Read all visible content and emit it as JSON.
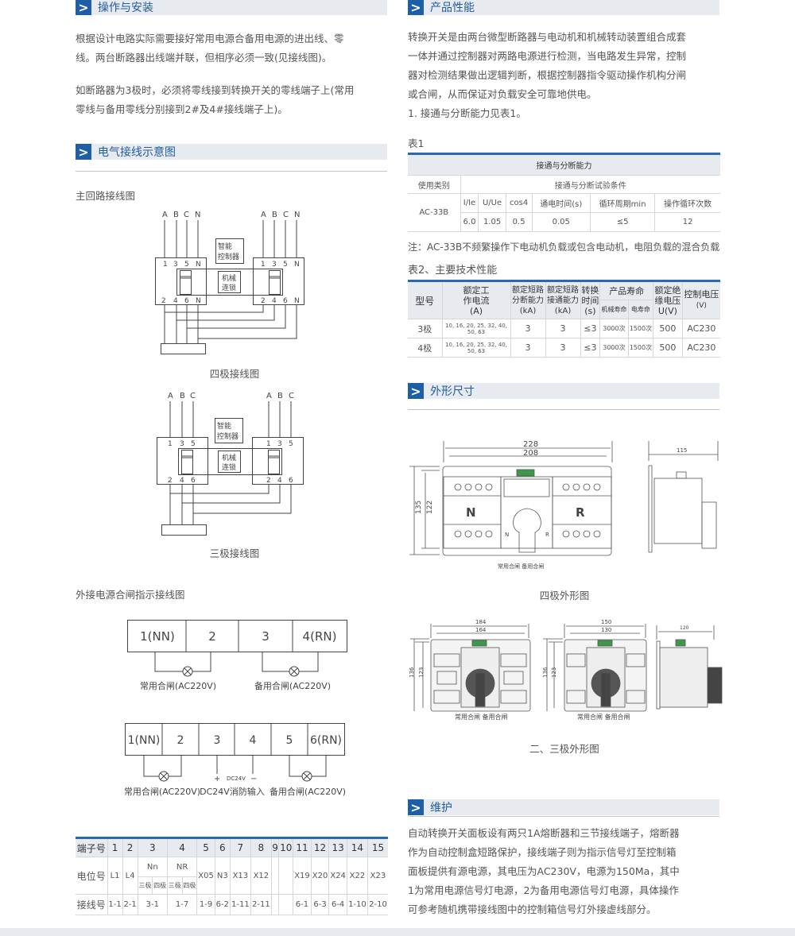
{
  "sections": {
    "install": "操作与安装",
    "performance": "产品性能",
    "wiring": "电气接线示意图",
    "dimensions": "外形尺寸",
    "maintenance": "维护"
  },
  "install": {
    "p1": [
      "根据设计电路实际需要接好常用电源合备用电源的进出线、零",
      "线。两台断路器出线端并联，但相序必须一致(见接线图)。"
    ],
    "p2": [
      "如断路器为3极时，必须将零线接到转换开关的零线端子上(常用",
      "零线与备用零线分别接到2#及4#接线端子上)。"
    ]
  },
  "wiring": {
    "main_title": "主回路接线图",
    "four_pole": {
      "phases": [
        "A",
        "B",
        "C",
        "N"
      ],
      "top_terms": [
        "1",
        "3",
        "5",
        "N"
      ],
      "bottom_terms": [
        "2",
        "4",
        "6",
        "N"
      ],
      "controller": [
        "智能",
        "控制器"
      ],
      "interlock": [
        "机械",
        "连锁"
      ],
      "caption": "四极接线图"
    },
    "three_pole": {
      "phases": [
        "A",
        "B",
        "C"
      ],
      "top_terms": [
        "1",
        "3",
        "5"
      ],
      "bottom_terms": [
        "2",
        "4",
        "6"
      ],
      "controller": [
        "智能",
        "控制器"
      ],
      "interlock": [
        "机械",
        "连锁"
      ],
      "caption": "三极接线图"
    },
    "ext_title": "外接电源合闸指示接线图",
    "ext1": {
      "terms": [
        "1(NN)",
        "2",
        "3",
        "4(RN)"
      ],
      "lamp_left": "常用合闸(AC220V)",
      "lamp_right": "备用合闸(AC220V)"
    },
    "ext2": {
      "terms": [
        "1(NN)",
        "2",
        "3",
        "4",
        "5",
        "6(RN)"
      ],
      "lamp_left": "常用合闸(AC220V)",
      "plus": "+",
      "minus": "−",
      "dc_small": "DC24V",
      "dc_label": "DC24V消防输入",
      "lamp_right": "备用合闸(AC220V)"
    }
  },
  "terminal_table": {
    "row_heads": [
      "端子号",
      "电位号",
      "接线号"
    ],
    "numbers": [
      "1",
      "2",
      "3",
      "4",
      "5",
      "6",
      "7",
      "8",
      "9",
      "10",
      "11",
      "12",
      "13",
      "14",
      "15"
    ],
    "potential": [
      "L1",
      "L4",
      "Nn",
      "NR",
      "X05",
      "N3",
      "X13",
      "X12",
      "",
      "",
      "X19",
      "X20",
      "X24",
      "X22",
      "X23"
    ],
    "sub": [
      "三极",
      "四极",
      "三极",
      "四极"
    ],
    "wire": [
      "1-1",
      "2-1",
      "3-1",
      "1-7",
      "1-9",
      "6-2",
      "1-11",
      "2-11",
      "",
      "",
      "6-1",
      "6-3",
      "6-4",
      "1-10",
      "2-10"
    ]
  },
  "performance": {
    "p": [
      "转换开关是由两台微型断路器与电动机和机械转动装置组合成套",
      "一体并通过控制器对两路电源进行检测，当电路发生异常，控制",
      "器对检测结果做出逻辑判断，根据控制器指令驱动操作机构分闸",
      "或合闸，从而保证对负载安全可靠地供电。",
      "1. 接通与分断能力见表1。"
    ],
    "table1_label": "表1",
    "table1": {
      "title": "接通与分断能力",
      "use_cat": "使用类别",
      "cond": "接通与分断试验条件",
      "category": "AC-33B",
      "headers": [
        "I/Ie",
        "U/Ue",
        "cos4",
        "通电时间(s)",
        "循环周期min",
        "操作循环次数"
      ],
      "values": [
        "6.0",
        "1.05",
        "0.5",
        "0.05",
        "≤5",
        "12"
      ]
    },
    "note": "注：AC-33B不频繁操作下电动机负载或包含电动机，电阻负载的混合负载",
    "table2_label": "表2、主要技术性能",
    "table2": {
      "h_model": "型号",
      "h_current": [
        "额定工",
        "作电流",
        "(A)"
      ],
      "h_break": [
        "额定短路",
        "分断能力",
        "(kA)"
      ],
      "h_make": [
        "额定短路",
        "接通能力",
        "(kA)"
      ],
      "h_time": [
        "转换",
        "时间",
        "(s)"
      ],
      "h_life": "产品寿命",
      "h_mech": "机械寿命",
      "h_elec": "电寿命",
      "h_ins": [
        "额定绝",
        "缘电压",
        "U(V)"
      ],
      "h_ctrl": [
        "控制电压",
        "(V)"
      ],
      "rows": [
        {
          "model": "3极",
          "current": "10, 16, 20, 25, 32, 40, 50, 63",
          "break": "3",
          "make": "3",
          "time": "≤3",
          "mech": "3000次",
          "elec": "1500次",
          "ins": "500",
          "ctrl": "AC230"
        },
        {
          "model": "4极",
          "current": "10, 16, 20, 25, 32, 40, 50, 63",
          "break": "3",
          "make": "3",
          "time": "≤3",
          "mech": "3000次",
          "elec": "1500次",
          "ins": "500",
          "ctrl": "AC230"
        }
      ]
    }
  },
  "dimensions": {
    "four": {
      "w_outer": "228",
      "w_inner": "208",
      "h_outer": "135",
      "h_inner": "122",
      "depth": "115",
      "left": "N",
      "right": "R",
      "sw_n": "N",
      "sw_r": "R",
      "under": "常用合闸  备用合闸",
      "caption": "四极外形图"
    },
    "three": {
      "w_outer": "184",
      "w_inner": "164",
      "h_outer": "136",
      "h_inner": "123",
      "under": "常用合闸  备用合闸"
    },
    "two": {
      "w_outer": "150",
      "w_inner": "130",
      "h_outer": "136",
      "h_inner": "123",
      "under": "常用合闸  备用合闸"
    },
    "side_depth": "120",
    "caption": "二、三极外形图"
  },
  "maintenance": {
    "p": [
      "自动转换开关面板设有两只1A熔断器和三节接线端子，熔断器",
      "作为自动控制盒短路保护，接线端子则为指示信号灯至控制箱",
      "面板提供有源电源，其电压为AC230V，电源为150Ma，其中",
      "1为常用电源信号灯电源，2为备用电源信号灯电源，具体操作",
      "可参考随机携带接线图中的控制箱信号灯外接虚线部分。"
    ]
  },
  "colors": {
    "accent": "#1d5ea9",
    "band": "#e7ebf0"
  }
}
